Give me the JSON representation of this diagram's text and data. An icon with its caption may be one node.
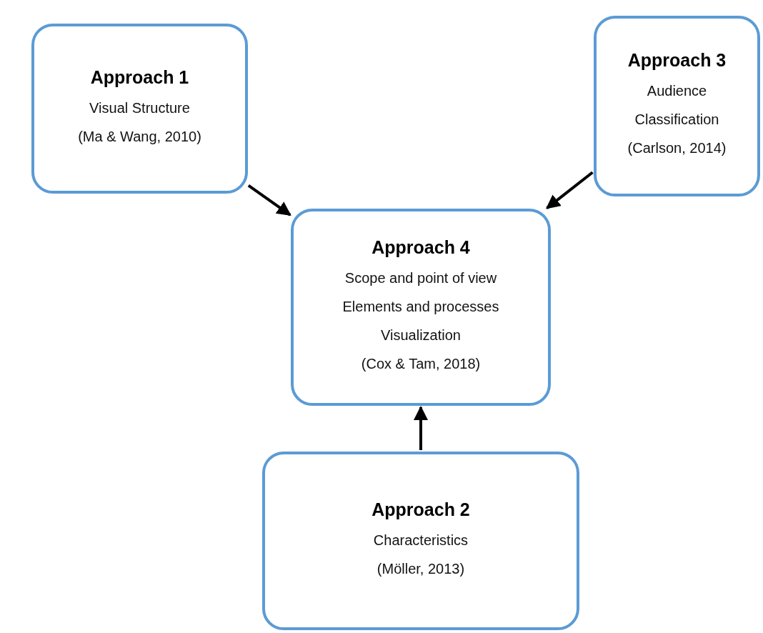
{
  "diagram": {
    "nodes": [
      {
        "text": [
          "Approach 1",
          "Visual Structure",
          "(Ma & Wang, 2010)"
        ]
      },
      {
        "text": [
          "Approach 3",
          "Audience Classification",
          "(Carlson, 2014)"
        ]
      },
      {
        "text": [
          "Approach 4",
          "Scope and point of view",
          "Elements and processes",
          "Visualization",
          "(Cox & Tam, 2018)"
        ]
      },
      {
        "text": [
          "Approach 2",
          "Characteristics",
          "(Möller, 2013)"
        ]
      }
    ],
    "edges": [
      {
        "from": 0,
        "to": 2,
        "arrow": "to"
      },
      {
        "from": 1,
        "to": 2,
        "arrow": "to"
      },
      {
        "from": 3,
        "to": 2,
        "arrow": "to"
      }
    ]
  }
}
